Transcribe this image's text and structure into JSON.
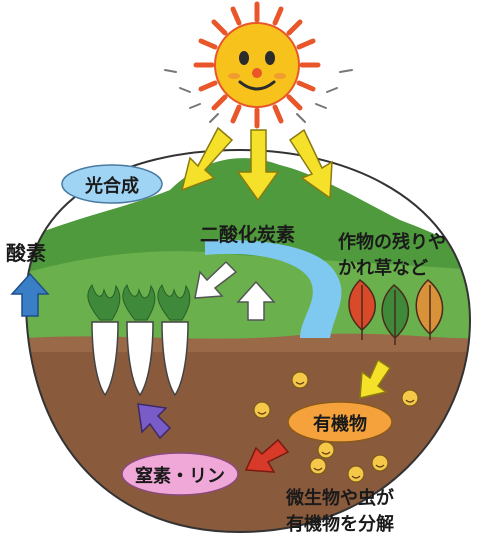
{
  "labels": {
    "photosynthesis": "光合成",
    "oxygen": "酸素",
    "carbon_dioxide": "二酸化炭素",
    "crop_residue_line1": "作物の残りや",
    "crop_residue_line2": "かれ草など",
    "organic_matter": "有機物",
    "nitrogen_phosphorus": "窒素・リン",
    "decompose_line1": "微生物や虫が",
    "decompose_line2": "有機物を分解"
  },
  "colors": {
    "sun": "#f7c21b",
    "sun_rays": "#e8562a",
    "hill_green": "#6ab04c",
    "soil_brown": "#8a5a3c",
    "sky_pill": "#9fd4f5",
    "organic_pill": "#f5a23c",
    "nitrogen_pill": "#f0a8d8",
    "arrow_yellow": "#f5e12a",
    "arrow_blue": "#3a7fc6",
    "arrow_purple": "#7a5cc8",
    "arrow_red": "#d83a2a",
    "river": "#7fc8f0"
  },
  "icons": [
    "sun-icon",
    "radish-icon",
    "leaf-icon",
    "microbe-icon"
  ]
}
